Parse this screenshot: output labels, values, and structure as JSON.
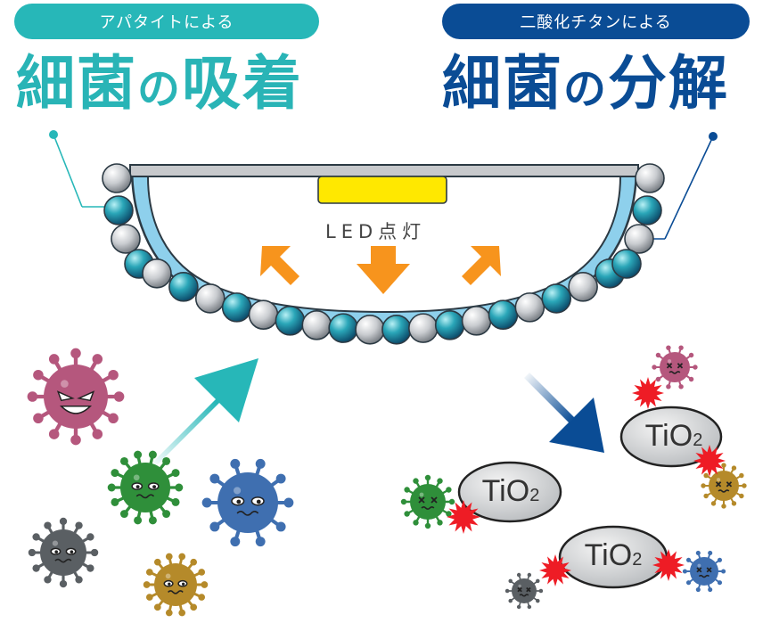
{
  "left": {
    "tag": "アパタイトによる",
    "title_a": "細菌",
    "title_no": "の",
    "title_b": "吸着",
    "color": "#29b4b6"
  },
  "right": {
    "tag": "二酸化チタンによる",
    "title_a": "細菌",
    "title_no": "の",
    "title_b": "分解",
    "color": "#0a4c95"
  },
  "lamp": {
    "label": "LED点灯",
    "led_color": "#ffe800",
    "arrow_color": "#f7941d"
  },
  "tio2": {
    "text": "TiO",
    "subscript": "2"
  },
  "virus_colors": {
    "pink": "#b5577d",
    "green": "#2f8f3a",
    "blue": "#3f6fb0",
    "gray": "#5a5f63",
    "gold": "#b58a2a",
    "burst": "#ee1c25"
  }
}
